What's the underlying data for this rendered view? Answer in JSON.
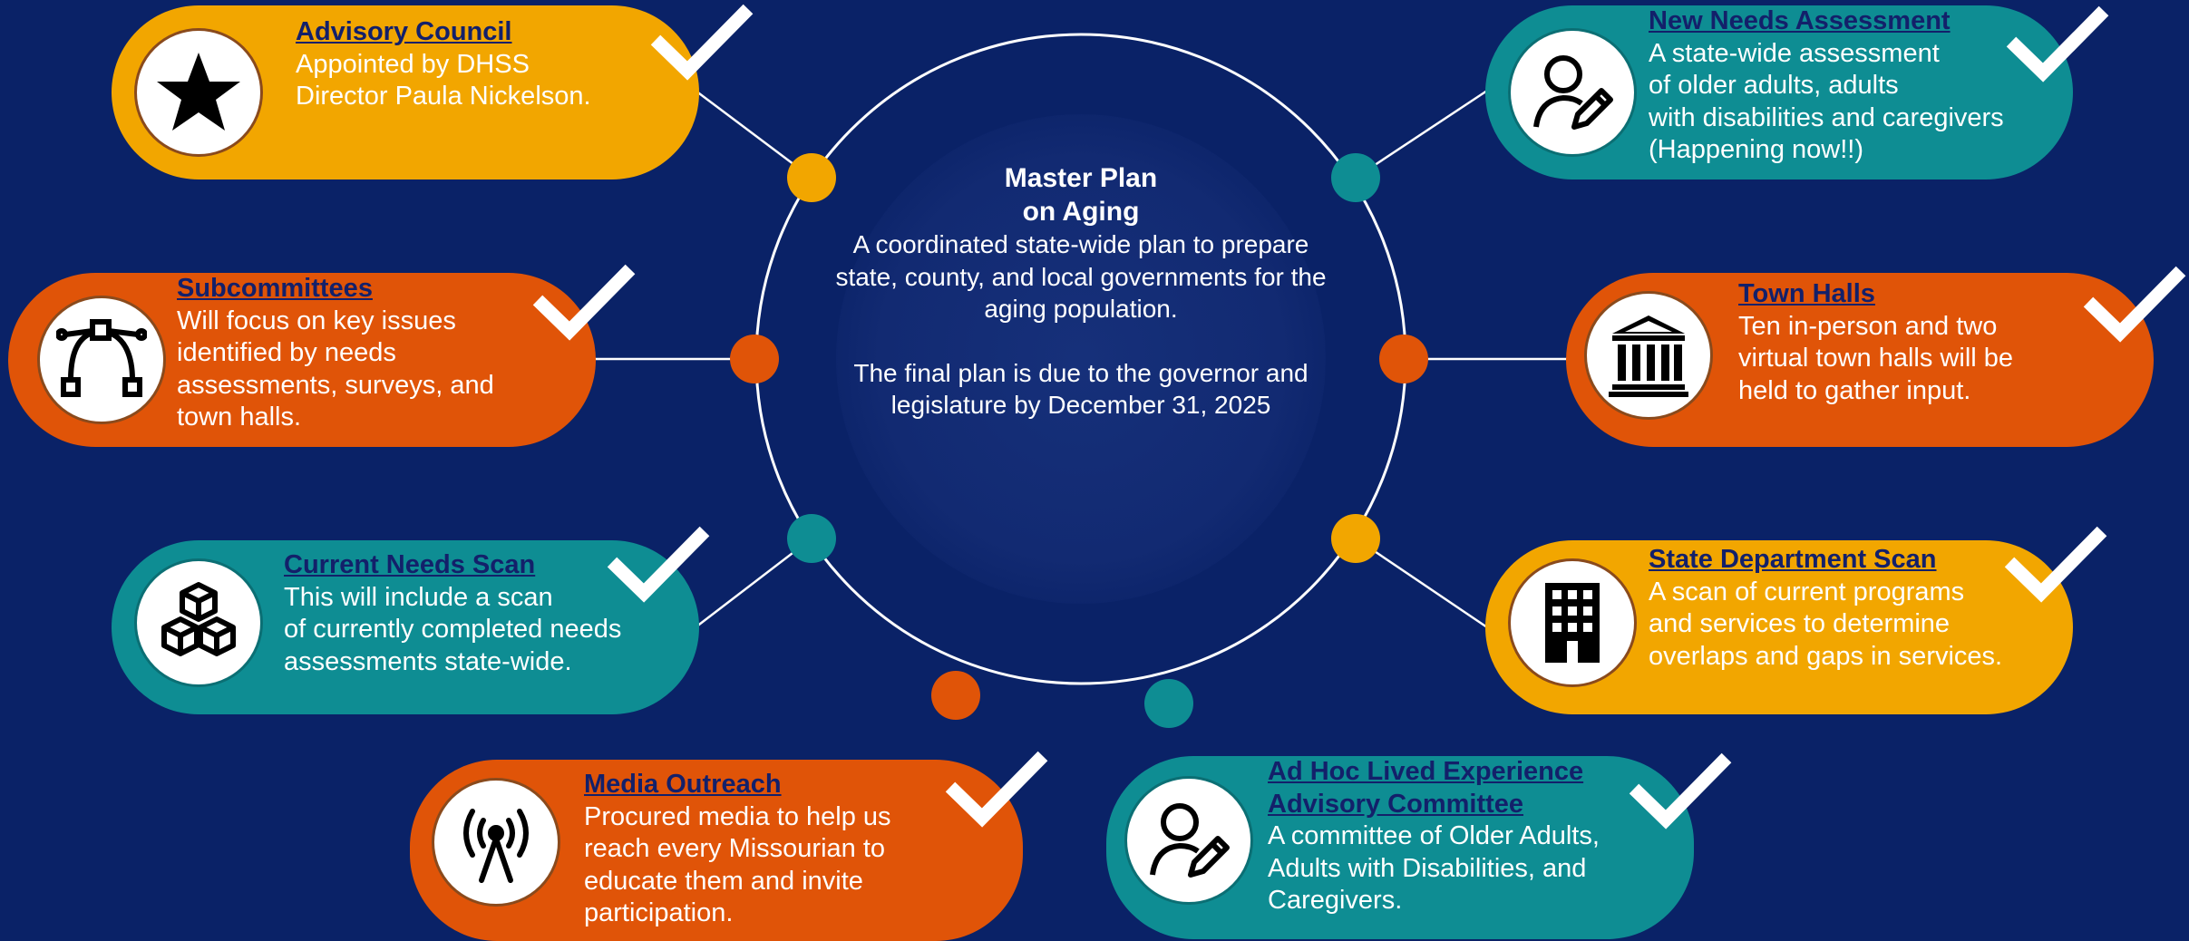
{
  "hub": {
    "title": "Master Plan\non Aging",
    "description": "A coordinated state-wide plan to prepare state, county, and local governments for the aging population.",
    "due": "The final plan is due to the governor and legislature by December 31, 2025"
  },
  "colors": {
    "background": "#0a2267",
    "orange": "#e05408",
    "gold": "#f2a600",
    "teal": "#0e8d93",
    "title_text": "#13206a"
  },
  "items": [
    {
      "title": "Advisory Council",
      "body": "Appointed by DHSS\nDirector Paula Nickelson.",
      "icon": "star-icon",
      "color": "gold",
      "status": "checked"
    },
    {
      "title": "Subcommittees",
      "body": "Will focus on key issues\nidentified by needs\nassessments, surveys, and\ntown halls.",
      "icon": "workflow-icon",
      "color": "orange",
      "status": "checked"
    },
    {
      "title": "Current Needs Scan",
      "body": "This will include a scan\nof currently completed needs\nassessments state-wide.",
      "icon": "cubes-icon",
      "color": "teal",
      "status": "checked"
    },
    {
      "title": "Media Outreach",
      "body": "Procured media to help us\nreach every Missourian to\neducate them and invite\nparticipation.",
      "icon": "antenna-icon",
      "color": "orange",
      "status": "checked"
    },
    {
      "title": "New Needs Assessment",
      "body": "A state-wide assessment\nof older adults, adults\nwith disabilities and caregivers\n(Happening now!!)",
      "icon": "person-edit-icon",
      "color": "teal",
      "status": "checked"
    },
    {
      "title": "Town Halls",
      "body": "Ten in-person and two\nvirtual town halls will be\nheld to gather input.",
      "icon": "government-building-icon",
      "color": "orange",
      "status": "checked"
    },
    {
      "title": "State Department Scan",
      "body": "A scan of current programs\nand services to determine\noverlaps and gaps in services.",
      "icon": "office-building-icon",
      "color": "gold",
      "status": "checked"
    },
    {
      "title": "Ad Hoc Lived Experience\nAdvisory Committee",
      "body": "A committee of Older Adults,\nAdults with Disabilities, and\nCaregivers.",
      "icon": "person-edit-icon",
      "color": "teal",
      "status": "checked"
    }
  ]
}
